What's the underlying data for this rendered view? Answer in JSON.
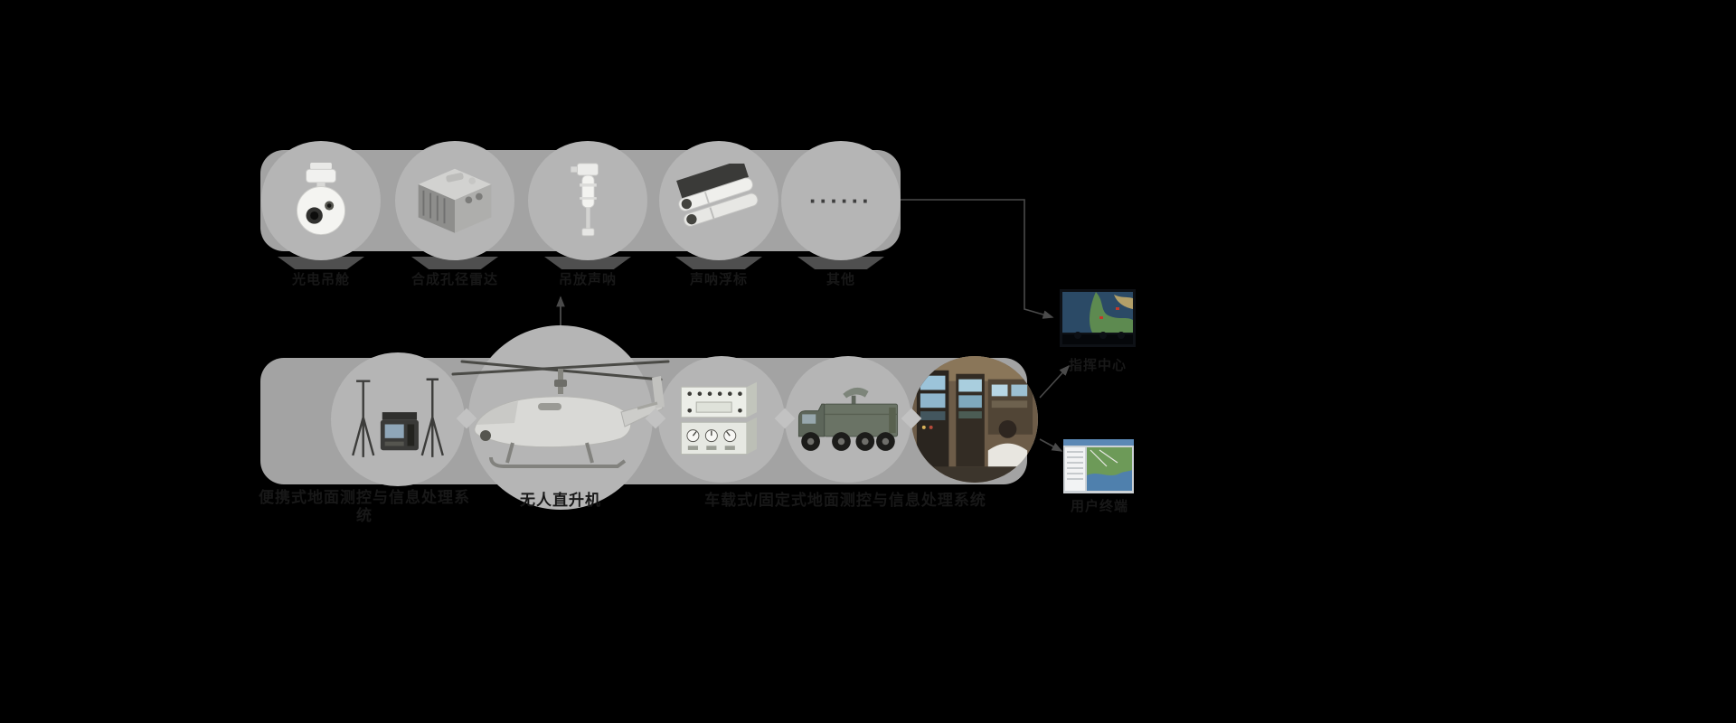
{
  "payload_row": {
    "items": [
      {
        "label": "光电吊舱",
        "icon": "eo-pod-icon"
      },
      {
        "label": "合成孔径雷达",
        "icon": "sar-radar-icon"
      },
      {
        "label": "吊放声呐",
        "icon": "dipping-sonar-icon"
      },
      {
        "label": "声呐浮标",
        "icon": "sonobuoy-launcher-icon"
      },
      {
        "label": "其他",
        "icon": "ellipsis-dots",
        "dots": "······"
      }
    ]
  },
  "system_row": {
    "portable_station_label": "便携式地面测控与信息处理系统",
    "helicopter_label": "无人直升机",
    "ground_systems_label": "车载式/固定式地面测控与信息处理系统",
    "items": [
      {
        "icon": "portable-ground-station-icon"
      },
      {
        "icon": "unmanned-helicopter-icon"
      },
      {
        "icon": "avionics-rack-icon"
      },
      {
        "icon": "datalink-vehicle-icon"
      },
      {
        "icon": "command-cabin-photo"
      }
    ]
  },
  "terminals": {
    "command_center_label": "指挥中心",
    "user_terminal_label": "用户终端"
  },
  "colors": {
    "background": "#000000",
    "band": "#a3a3a3",
    "circle": "#b5b5b5",
    "pedestal": "#4f4f4f",
    "label_text": "#181818",
    "connector_line": "#4a4a4a",
    "diamond": "#c2c2c2"
  }
}
